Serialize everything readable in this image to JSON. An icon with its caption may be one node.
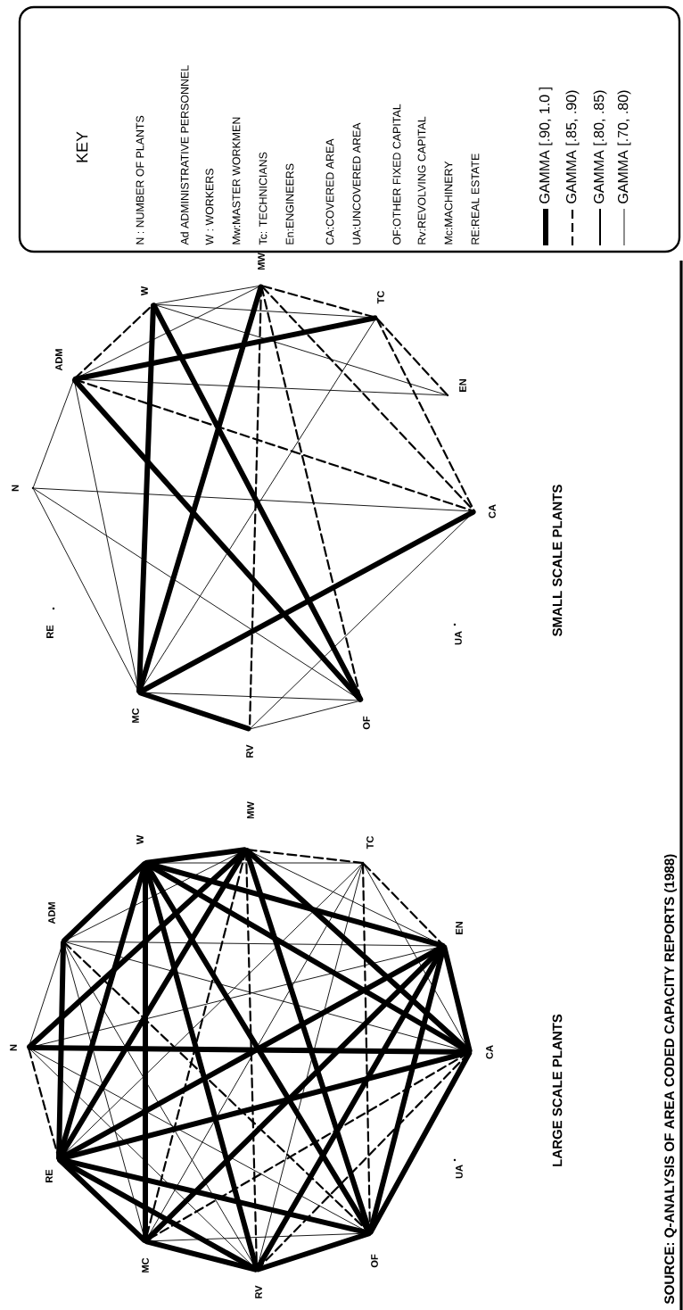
{
  "diagram": {
    "nodes": [
      {
        "text": [
          "N"
        ]
      },
      {
        "text": [
          "RE"
        ]
      },
      {
        "text": [
          "ADM"
        ]
      },
      {
        "text": [
          "W"
        ]
      },
      {
        "text": [
          "MW"
        ]
      },
      {
        "text": [
          "TC"
        ]
      },
      {
        "text": [
          "EN"
        ]
      },
      {
        "text": [
          "CA"
        ]
      },
      {
        "text": [
          "UA"
        ]
      },
      {
        "text": [
          "OF"
        ]
      },
      {
        "text": [
          "RV"
        ]
      },
      {
        "text": [
          "MC"
        ]
      },
      {
        "text": [
          "N"
        ]
      },
      {
        "text": [
          "RE"
        ]
      },
      {
        "text": [
          "ADM"
        ]
      },
      {
        "text": [
          "W"
        ]
      },
      {
        "text": [
          "MW"
        ]
      },
      {
        "text": [
          "TC"
        ]
      },
      {
        "text": [
          "EN"
        ]
      },
      {
        "text": [
          "CA"
        ]
      },
      {
        "text": [
          "UA"
        ]
      },
      {
        "text": [
          "OF"
        ]
      },
      {
        "text": [
          "RV"
        ]
      },
      {
        "text": [
          "MC"
        ]
      }
    ],
    "edges": [
      {
        "from": 2,
        "to": 3,
        "arrow": "none",
        "style": "dashed"
      },
      {
        "from": 2,
        "to": 4,
        "arrow": "none"
      },
      {
        "from": 2,
        "to": 5,
        "arrow": "none",
        "style": "thick"
      },
      {
        "from": 2,
        "to": 6,
        "arrow": "none"
      },
      {
        "from": 2,
        "to": 7,
        "arrow": "none",
        "style": "dashed"
      },
      {
        "from": 2,
        "to": 9,
        "arrow": "none",
        "style": "thick"
      },
      {
        "from": 2,
        "to": 11,
        "arrow": "none"
      },
      {
        "from": 2,
        "to": 0,
        "arrow": "none"
      },
      {
        "from": 3,
        "to": 4,
        "arrow": "none"
      },
      {
        "from": 3,
        "to": 5,
        "arrow": "none"
      },
      {
        "from": 3,
        "to": 6,
        "arrow": "none"
      },
      {
        "from": 3,
        "to": 11,
        "arrow": "none",
        "style": "thick"
      },
      {
        "from": 3,
        "to": 9,
        "arrow": "none",
        "style": "thick"
      },
      {
        "from": 4,
        "to": 5,
        "arrow": "none",
        "style": "dashed"
      },
      {
        "from": 4,
        "to": 11,
        "arrow": "none",
        "style": "thick"
      },
      {
        "from": 4,
        "to": 10,
        "arrow": "none",
        "style": "dashed"
      },
      {
        "from": 4,
        "to": 9,
        "arrow": "none",
        "style": "dashed"
      },
      {
        "from": 4,
        "to": 7,
        "arrow": "none",
        "style": "dashed"
      },
      {
        "from": 5,
        "to": 6,
        "arrow": "none",
        "style": "dashed"
      },
      {
        "from": 5,
        "to": 7,
        "arrow": "none",
        "style": "dashed"
      },
      {
        "from": 5,
        "to": 11,
        "arrow": "none"
      },
      {
        "from": 0,
        "to": 7,
        "arrow": "none"
      },
      {
        "from": 0,
        "to": 11,
        "arrow": "none"
      },
      {
        "from": 0,
        "to": 9,
        "arrow": "none"
      },
      {
        "from": 7,
        "to": 11,
        "arrow": "none",
        "style": "thick"
      },
      {
        "from": 7,
        "to": 10,
        "arrow": "none"
      },
      {
        "from": 11,
        "to": 10,
        "arrow": "none",
        "style": "thick"
      },
      {
        "from": 11,
        "to": 9,
        "arrow": "none"
      },
      {
        "from": 10,
        "to": 9,
        "arrow": "none"
      },
      {
        "from": 12,
        "to": 13,
        "arrow": "none",
        "style": "dashed"
      },
      {
        "from": 12,
        "to": 14,
        "arrow": "none"
      },
      {
        "from": 12,
        "to": 16,
        "arrow": "none",
        "style": "thick"
      },
      {
        "from": 12,
        "to": 19,
        "arrow": "none",
        "style": "thick"
      },
      {
        "from": 12,
        "to": 22,
        "arrow": "none"
      },
      {
        "from": 12,
        "to": 21,
        "arrow": "none"
      },
      {
        "from": 12,
        "to": 18,
        "arrow": "none"
      },
      {
        "from": 14,
        "to": 15,
        "arrow": "none",
        "style": "thick"
      },
      {
        "from": 14,
        "to": 16,
        "arrow": "none"
      },
      {
        "from": 14,
        "to": 18,
        "arrow": "none"
      },
      {
        "from": 14,
        "to": 19,
        "arrow": "none"
      },
      {
        "from": 14,
        "to": 13,
        "arrow": "none",
        "style": "thick"
      },
      {
        "from": 14,
        "to": 21,
        "arrow": "none",
        "style": "dashed"
      },
      {
        "from": 14,
        "to": 22,
        "arrow": "none"
      },
      {
        "from": 14,
        "to": 23,
        "arrow": "none"
      },
      {
        "from": 15,
        "to": 16,
        "arrow": "none",
        "style": "thick"
      },
      {
        "from": 15,
        "to": 17,
        "arrow": "none"
      },
      {
        "from": 15,
        "to": 18,
        "arrow": "none",
        "style": "thick"
      },
      {
        "from": 15,
        "to": 19,
        "arrow": "none",
        "style": "thick"
      },
      {
        "from": 15,
        "to": 13,
        "arrow": "none",
        "style": "thick"
      },
      {
        "from": 15,
        "to": 23,
        "arrow": "none",
        "style": "thick"
      },
      {
        "from": 15,
        "to": 22,
        "arrow": "none",
        "style": "thick"
      },
      {
        "from": 15,
        "to": 21,
        "arrow": "none",
        "style": "thick"
      },
      {
        "from": 16,
        "to": 17,
        "arrow": "none",
        "style": "dashed"
      },
      {
        "from": 16,
        "to": 18,
        "arrow": "none"
      },
      {
        "from": 16,
        "to": 19,
        "arrow": "none",
        "style": "thick"
      },
      {
        "from": 16,
        "to": 21,
        "arrow": "none",
        "style": "thick"
      },
      {
        "from": 16,
        "to": 22,
        "arrow": "none",
        "style": "dashed"
      },
      {
        "from": 16,
        "to": 23,
        "arrow": "none",
        "style": "dashed"
      },
      {
        "from": 16,
        "to": 13,
        "arrow": "none",
        "style": "thick"
      },
      {
        "from": 17,
        "to": 18,
        "arrow": "none",
        "style": "dashed"
      },
      {
        "from": 17,
        "to": 19,
        "arrow": "none"
      },
      {
        "from": 17,
        "to": 21,
        "arrow": "none",
        "style": "dashed"
      },
      {
        "from": 17,
        "to": 22,
        "arrow": "none"
      },
      {
        "from": 17,
        "to": 23,
        "arrow": "none"
      },
      {
        "from": 17,
        "to": 13,
        "arrow": "none"
      },
      {
        "from": 18,
        "to": 19,
        "arrow": "none",
        "style": "thick"
      },
      {
        "from": 18,
        "to": 21,
        "arrow": "none",
        "style": "thick"
      },
      {
        "from": 18,
        "to": 22,
        "arrow": "none",
        "style": "thick"
      },
      {
        "from": 18,
        "to": 23,
        "arrow": "none",
        "style": "thick"
      },
      {
        "from": 18,
        "to": 13,
        "arrow": "none",
        "style": "thick"
      },
      {
        "from": 19,
        "to": 13,
        "arrow": "none",
        "style": "thick"
      },
      {
        "from": 19,
        "to": 21,
        "arrow": "none",
        "style": "thick"
      },
      {
        "from": 19,
        "to": 22,
        "arrow": "none",
        "style": "dashed"
      },
      {
        "from": 19,
        "to": 23,
        "arrow": "none",
        "style": "dashed"
      },
      {
        "from": 13,
        "to": 23,
        "arrow": "none",
        "style": "thick"
      },
      {
        "from": 13,
        "to": 22,
        "arrow": "none",
        "style": "thick"
      },
      {
        "from": 13,
        "to": 21,
        "arrow": "none",
        "style": "thick"
      },
      {
        "from": 23,
        "to": 22,
        "arrow": "none",
        "style": "thick"
      },
      {
        "from": 23,
        "to": 21,
        "arrow": "none"
      },
      {
        "from": 22,
        "to": 21,
        "arrow": "none",
        "style": "thick"
      }
    ],
    "labels": [
      "KEY",
      "N : NUMBER OF PLANTS",
      "Ad ADMINISTRATIVE PERSONNEL",
      "W : WORKERS",
      "Mw:MASTER WORKMEN",
      "Tc: TECHNICIANS",
      "En:ENGINEERS",
      "CA:COVERED AREA",
      "UA:UNCOVERED AREA",
      "OF:OTHER FIXED CAPITAL",
      "Rv:REVOLVING CAPITAL",
      "Mc:MACHINERY",
      "RE:REAL ESTATE",
      "SMALL SCALE PLANTS",
      "LARGE SCALE PLANTS",
      "SOURCE: Q-ANALYSIS OF AREA CODED CAPACITY REPORTS (1988)"
    ],
    "legend": [
      {
        "text": "GAMMA [.90, 1.0 ]"
      },
      {
        "text": "GAMMA [.85, .90)"
      },
      {
        "text": "GAMMA [.80, .85)"
      },
      {
        "text": "GAMMA [.70, .80)"
      }
    ]
  }
}
